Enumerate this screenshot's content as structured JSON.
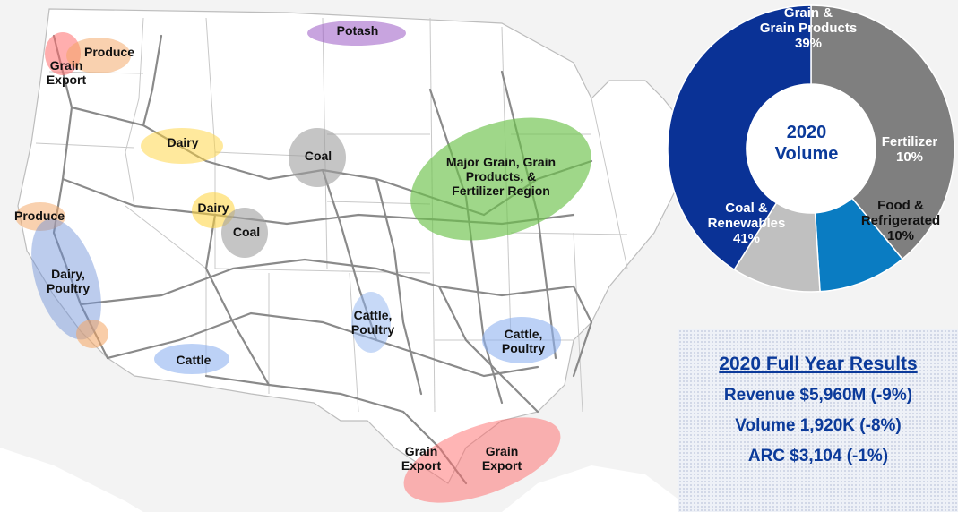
{
  "colors": {
    "grain": "#7f7f7f",
    "fertilizer": "#0a7cc2",
    "food": "#c0c0c0",
    "coal": "#0a3296",
    "results_text": "#0b3a9a",
    "rail": "#8a8a8a"
  },
  "region_labels": {
    "potash": "Potash",
    "produce_nw": "Produce",
    "grain_export_nw": "Grain\nExport",
    "dairy_idaho": "Dairy",
    "coal_wy_north": "Coal",
    "major_grain": "Major Grain, Grain\nProducts, &\nFertilizer Region",
    "dairy_utah": "Dairy",
    "coal_utah": "Coal",
    "produce_ca": "Produce",
    "dairy_poultry_ca": "Dairy,\nPoultry",
    "cattle_poultry_ks": "Cattle,\nPoultry",
    "cattle_poultry_ar": "Cattle,\nPoultry",
    "cattle_az": "Cattle",
    "grain_export_tx": "Grain\nExport",
    "grain_export_gulf": "Grain\nExport"
  },
  "chart_data": {
    "type": "pie",
    "title": "2020\nVolume",
    "slices": [
      {
        "label": "Grain &\nGrain Products",
        "value": 39,
        "display": "39%",
        "color": "#7f7f7f"
      },
      {
        "label": "Fertilizer",
        "value": 10,
        "display": "10%",
        "color": "#0a7cc2"
      },
      {
        "label": "Food &\nRefrigerated",
        "value": 10,
        "display": "10%",
        "color": "#c0c0c0"
      },
      {
        "label": "Coal &\nRenewables",
        "value": 41,
        "display": "41%",
        "color": "#0a3296"
      }
    ]
  },
  "results": {
    "title": "2020 Full Year Results",
    "revenue": "Revenue $5,960M (-9%)",
    "volume": "Volume 1,920K (-8%)",
    "arc": "ARC $3,104 (-1%)"
  }
}
